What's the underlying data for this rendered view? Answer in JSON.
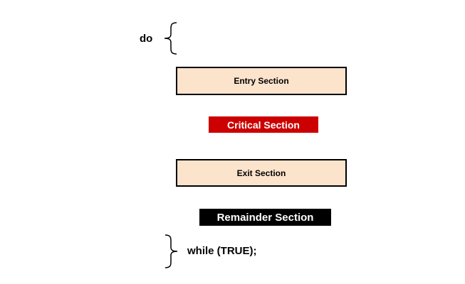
{
  "diagram": {
    "title_hint": "critical-section loop structure",
    "loop": {
      "do_label": "do",
      "while_label": "while (TRUE);"
    },
    "sections": {
      "entry": {
        "label": "Entry Section",
        "fill": "#fce3cc",
        "border": "#000000",
        "text_color": "#000000"
      },
      "critical": {
        "label": "Critical Section",
        "fill": "#cc0000",
        "border": "none",
        "text_color": "#ffffff"
      },
      "exit": {
        "label": "Exit Section",
        "fill": "#fce3cc",
        "border": "#000000",
        "text_color": "#000000"
      },
      "remainder": {
        "label": "Remainder Section",
        "fill": "#000000",
        "border": "none",
        "text_color": "#ffffff"
      }
    },
    "icons": {
      "open_brace": "open-curly-brace",
      "close_brace": "close-curly-brace"
    },
    "colors": {
      "background": "#ffffff",
      "accent_red": "#cc0000",
      "accent_peach": "#fce3cc",
      "accent_black": "#000000"
    }
  }
}
